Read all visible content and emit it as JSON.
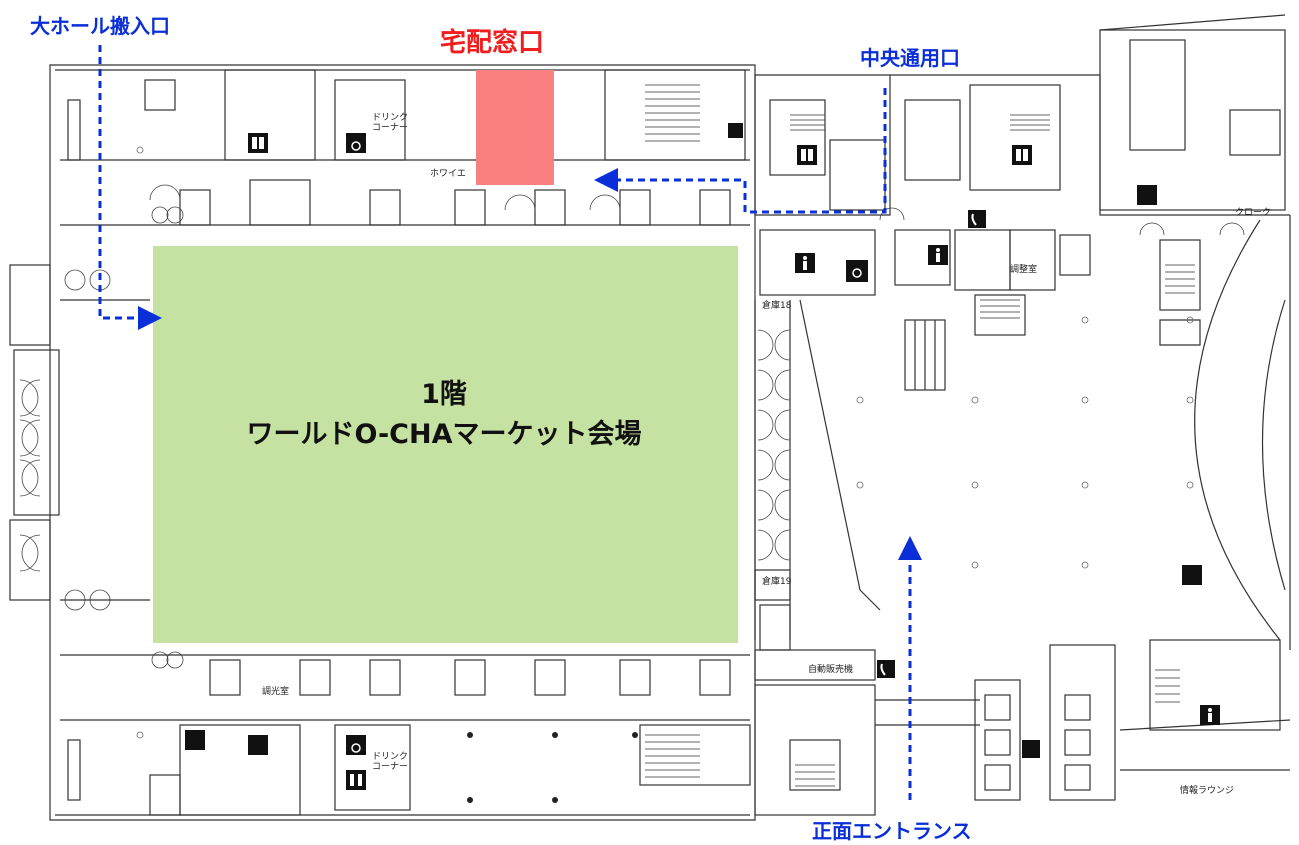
{
  "labels": {
    "loading_entrance": "大ホール搬入口",
    "delivery_window": "宅配窓口",
    "central_entrance": "中央通用口",
    "main_entrance": "正面エントランス"
  },
  "hall": {
    "floor": "1階",
    "name": "ワールドO-CHAマーケット会場"
  },
  "rooms": {
    "foyer": "ホワイエ",
    "cloak": "クローク",
    "storage_18": "倉庫18",
    "storage_19": "倉庫19",
    "vending": "自動販売機",
    "info_lounge": "情報ラウンジ",
    "drink_corner_top_1": "ドリンク",
    "drink_corner_top_2": "コーナー",
    "drink_corner_bottom_1": "ドリンク",
    "drink_corner_bottom_2": "コーナー",
    "lighting_room": "調光室",
    "control_room": "調整室"
  },
  "colors": {
    "hall_fill": "#c6e2a3",
    "delivery_fill": "#f98080",
    "arrow_color": "#0a2fd8"
  },
  "icons": [
    "elevator-icon",
    "wheelchair-icon",
    "restroom-icon",
    "phone-icon",
    "dashed-arrow-icon"
  ]
}
